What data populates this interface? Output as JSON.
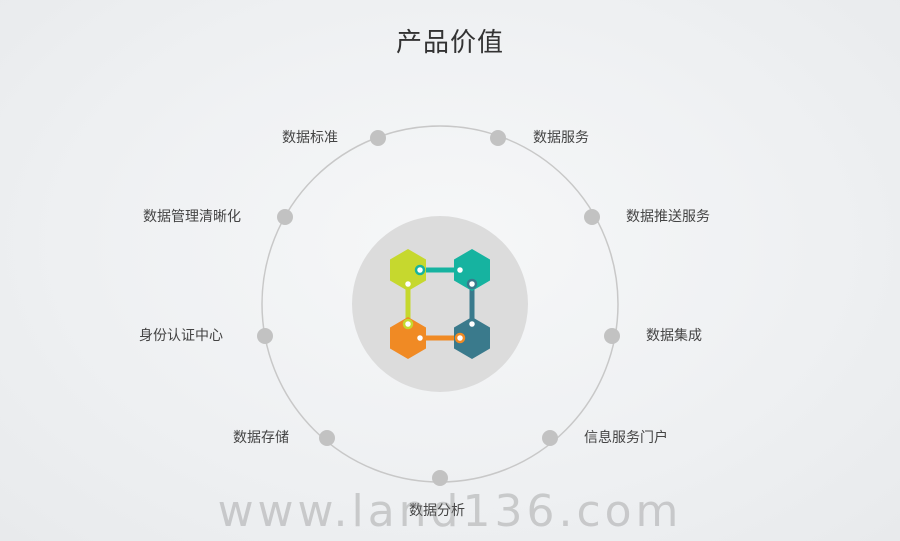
{
  "title": "产品价值",
  "nodes": [
    {
      "label": "数据标准"
    },
    {
      "label": "数据服务"
    },
    {
      "label": "数据推送服务"
    },
    {
      "label": "数据集成"
    },
    {
      "label": "信息服务门户"
    },
    {
      "label": "数据分析"
    },
    {
      "label": "数据存储"
    },
    {
      "label": "身份认证中心"
    },
    {
      "label": "数据管理清晰化"
    }
  ],
  "watermark": "www.land136.com",
  "colors": {
    "ring": "#c8c8c8",
    "dot": "#c2c2c2",
    "center_disc": "#dcdcdc",
    "hex_lime": "#c6d82e",
    "hex_teal": "#16b3a0",
    "hex_orange": "#f08a24",
    "hex_slate": "#3a7a8c"
  }
}
